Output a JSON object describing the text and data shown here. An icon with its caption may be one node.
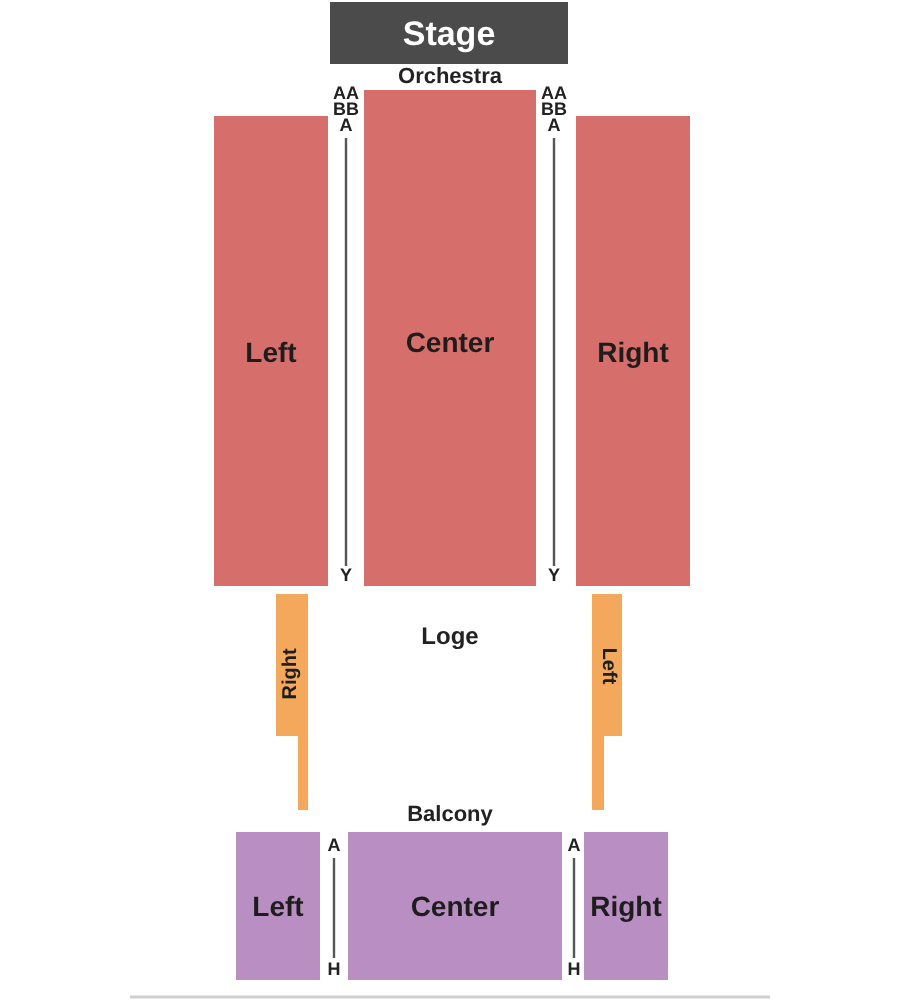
{
  "diagram": {
    "nodes": [
      {
        "text": [
          "Stage"
        ]
      },
      {
        "text": [
          "Left"
        ]
      },
      {
        "text": [
          "Center"
        ]
      },
      {
        "text": [
          "Right"
        ]
      },
      {
        "text": [
          "Right"
        ]
      },
      {
        "text": [
          "Left"
        ]
      },
      {
        "text": [
          "Left"
        ]
      },
      {
        "text": [
          "Center"
        ]
      },
      {
        "text": [
          "Right"
        ]
      }
    ],
    "labels": [
      "Orchestra",
      "AA",
      "AA",
      "BB",
      "BB",
      "A",
      "A",
      "Y",
      "Y",
      "Loge",
      "Balcony",
      "A",
      "A",
      "H",
      "H"
    ]
  }
}
